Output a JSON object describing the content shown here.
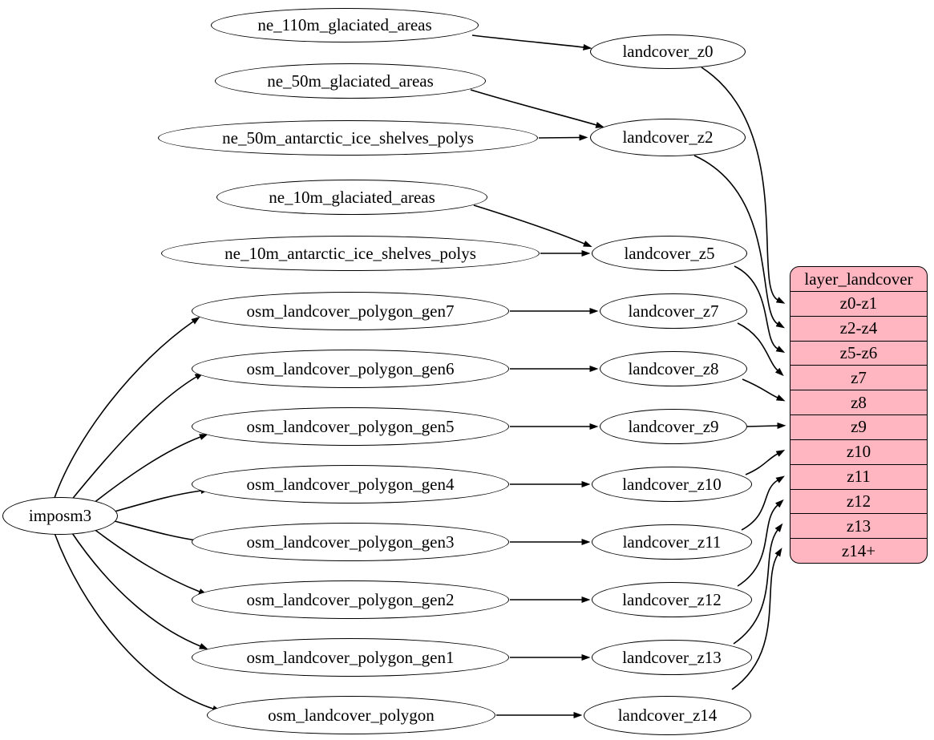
{
  "diagram": {
    "colors": {
      "background": "#ffffff",
      "node_fill": "#ffffff",
      "node_stroke": "#000000",
      "edge": "#000000",
      "layer_record_fill": "#ffb6c1"
    },
    "nodes": {
      "importer": {
        "label": "imposm3"
      },
      "sources": [
        {
          "label": "ne_110m_glaciated_areas"
        },
        {
          "label": "ne_50m_glaciated_areas"
        },
        {
          "label": "ne_50m_antarctic_ice_shelves_polys"
        },
        {
          "label": "ne_10m_glaciated_areas"
        },
        {
          "label": "ne_10m_antarctic_ice_shelves_polys"
        },
        {
          "label": "osm_landcover_polygon_gen7"
        },
        {
          "label": "osm_landcover_polygon_gen6"
        },
        {
          "label": "osm_landcover_polygon_gen5"
        },
        {
          "label": "osm_landcover_polygon_gen4"
        },
        {
          "label": "osm_landcover_polygon_gen3"
        },
        {
          "label": "osm_landcover_polygon_gen2"
        },
        {
          "label": "osm_landcover_polygon_gen1"
        },
        {
          "label": "osm_landcover_polygon"
        }
      ],
      "generalized": [
        {
          "label": "landcover_z0"
        },
        {
          "label": "landcover_z2"
        },
        {
          "label": "landcover_z5"
        },
        {
          "label": "landcover_z7"
        },
        {
          "label": "landcover_z8"
        },
        {
          "label": "landcover_z9"
        },
        {
          "label": "landcover_z10"
        },
        {
          "label": "landcover_z11"
        },
        {
          "label": "landcover_z12"
        },
        {
          "label": "landcover_z13"
        },
        {
          "label": "landcover_z14"
        }
      ],
      "layer": {
        "title": "layer_landcover",
        "rows": [
          "z0-z1",
          "z2-z4",
          "z5-z6",
          "z7",
          "z8",
          "z9",
          "z10",
          "z11",
          "z12",
          "z13",
          "z14+"
        ]
      }
    },
    "edges": [
      [
        "imposm3",
        "osm_landcover_polygon_gen7"
      ],
      [
        "imposm3",
        "osm_landcover_polygon_gen6"
      ],
      [
        "imposm3",
        "osm_landcover_polygon_gen5"
      ],
      [
        "imposm3",
        "osm_landcover_polygon_gen4"
      ],
      [
        "imposm3",
        "osm_landcover_polygon_gen3"
      ],
      [
        "imposm3",
        "osm_landcover_polygon_gen2"
      ],
      [
        "imposm3",
        "osm_landcover_polygon_gen1"
      ],
      [
        "imposm3",
        "osm_landcover_polygon"
      ],
      [
        "ne_110m_glaciated_areas",
        "landcover_z0"
      ],
      [
        "ne_50m_glaciated_areas",
        "landcover_z2"
      ],
      [
        "ne_50m_antarctic_ice_shelves_polys",
        "landcover_z2"
      ],
      [
        "ne_10m_glaciated_areas",
        "landcover_z5"
      ],
      [
        "ne_10m_antarctic_ice_shelves_polys",
        "landcover_z5"
      ],
      [
        "osm_landcover_polygon_gen7",
        "landcover_z7"
      ],
      [
        "osm_landcover_polygon_gen6",
        "landcover_z8"
      ],
      [
        "osm_landcover_polygon_gen5",
        "landcover_z9"
      ],
      [
        "osm_landcover_polygon_gen4",
        "landcover_z10"
      ],
      [
        "osm_landcover_polygon_gen3",
        "landcover_z11"
      ],
      [
        "osm_landcover_polygon_gen2",
        "landcover_z12"
      ],
      [
        "osm_landcover_polygon_gen1",
        "landcover_z13"
      ],
      [
        "osm_landcover_polygon",
        "landcover_z14"
      ],
      [
        "landcover_z0",
        "layer_landcover:z0-z1"
      ],
      [
        "landcover_z2",
        "layer_landcover:z2-z4"
      ],
      [
        "landcover_z5",
        "layer_landcover:z5-z6"
      ],
      [
        "landcover_z7",
        "layer_landcover:z7"
      ],
      [
        "landcover_z8",
        "layer_landcover:z8"
      ],
      [
        "landcover_z9",
        "layer_landcover:z9"
      ],
      [
        "landcover_z10",
        "layer_landcover:z10"
      ],
      [
        "landcover_z11",
        "layer_landcover:z11"
      ],
      [
        "landcover_z12",
        "layer_landcover:z12"
      ],
      [
        "landcover_z13",
        "layer_landcover:z13"
      ],
      [
        "landcover_z14",
        "layer_landcover:z14+"
      ]
    ]
  }
}
